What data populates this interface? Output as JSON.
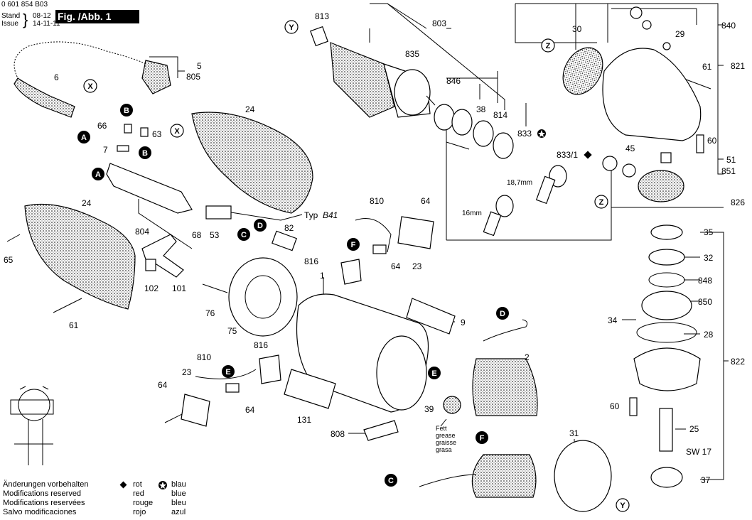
{
  "header": {
    "doc_number": "0 601 854 B03",
    "stand_label": "Stand",
    "issue_label": "Issue",
    "stand_value": "08-12",
    "issue_value": "14-11-11",
    "figure_title": "Fig. /Abb. 1"
  },
  "part_numbers": {
    "p813": "813",
    "p803": "803",
    "p835": "835",
    "p846": "846",
    "p38": "38",
    "p814": "814",
    "p833": "833",
    "p833_1": "833/1",
    "p30": "30",
    "p29": "29",
    "p840": "840",
    "p61a": "61",
    "p821": "821",
    "p60a": "60",
    "p51": "51",
    "p851": "851",
    "p45": "45",
    "p826": "826",
    "p18_7": "18,7mm",
    "p16": "16mm",
    "p5": "5",
    "p805": "805",
    "p6": "6",
    "p66": "66",
    "p63": "63",
    "p7": "7",
    "p24a": "24",
    "p24b": "24",
    "p804": "804",
    "p68": "68",
    "p53": "53",
    "p82": "82",
    "typ_label": "Typ",
    "typ_value": "B41",
    "p65": "65",
    "p102": "102",
    "p101": "101",
    "p61b": "61",
    "p810a": "810",
    "p64a": "64",
    "p816a": "816",
    "p1": "1",
    "p64b": "64",
    "p23a": "23",
    "p76": "76",
    "p75": "75",
    "p9": "9",
    "p810b": "810",
    "p816b": "816",
    "p23b": "23",
    "p64c": "64",
    "p64d": "64",
    "p131": "131",
    "p808": "808",
    "p2": "2",
    "p39": "39",
    "p31": "31",
    "p35": "35",
    "p32": "32",
    "p848": "848",
    "p850": "850",
    "p34": "34",
    "p28": "28",
    "p822": "822",
    "p60b": "60",
    "p25": "25",
    "p37": "37",
    "sw17": "SW 17"
  },
  "callouts": {
    "A": "A",
    "B": "B",
    "C": "C",
    "D": "D",
    "E": "E",
    "F": "F",
    "X": "X",
    "Y": "Y",
    "Z": "Z"
  },
  "grease_note": [
    "Fett",
    "grease",
    "graisse",
    "grasa"
  ],
  "footer": {
    "modifications": [
      "Änderungen vorbehalten",
      "Modifications reserved",
      "Modifications reservées",
      "Salvo modificaciones"
    ],
    "red_label": [
      "rot",
      "red",
      "rouge",
      "rojo"
    ],
    "blue_label": [
      "blau",
      "blue",
      "bleu",
      "azul"
    ]
  },
  "symbols": {
    "red_marker": "filled-diamond-icon",
    "blue_marker": "star-circle-icon"
  }
}
